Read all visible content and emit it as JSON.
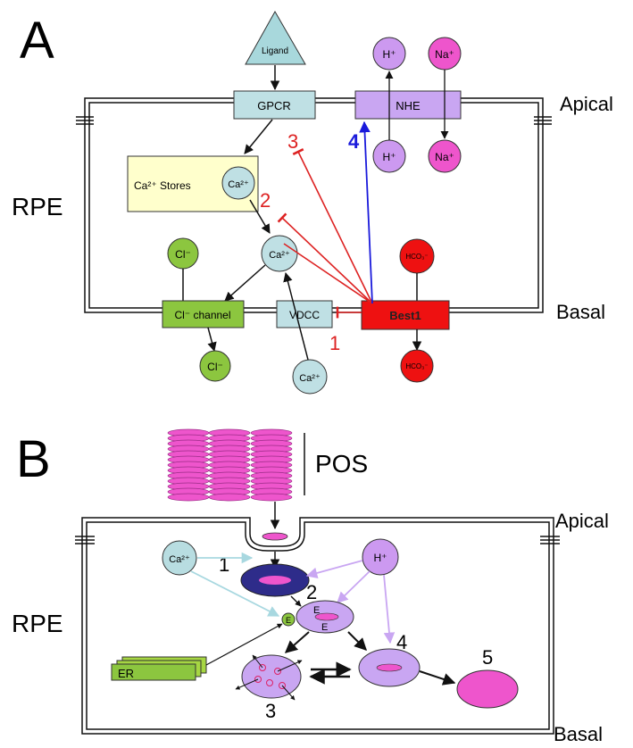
{
  "panel_a": {
    "label": "A",
    "apical": "Apical",
    "basal": "Basal",
    "cell": "RPE",
    "ligand": "Ligand",
    "gpcr": "GPCR",
    "nhe": "NHE",
    "ca_stores": "Ca²⁺ Stores",
    "ca_ion": "Ca²⁺",
    "cl_ion": "Cl⁻",
    "cl_channel": "Cl⁻ channel",
    "vdcc": "VDCC",
    "best1": "Best1",
    "h_ion": "H⁺",
    "na_ion": "Na⁺",
    "hco3": "HCO₃⁻",
    "step_1": "1",
    "step_2": "2",
    "step_3": "3",
    "step_4": "4",
    "colors": {
      "inhibition_red": "#dd2222",
      "activation_blue": "#1a1adb",
      "best1_red": "#ee1111",
      "cl_green": "#8cc63f",
      "ca_lightblue": "#b8dde1",
      "nhe_purple": "#c9a6f2",
      "na_pink": "#ee55cc",
      "stores_yellow": "#ffffcc"
    }
  },
  "panel_b": {
    "label": "B",
    "pos": "POS",
    "apical": "Apical",
    "basal": "Basal",
    "cell": "RPE",
    "ca_ion": "Ca²⁺",
    "h_ion": "H⁺",
    "er": "ER",
    "e_label": "E",
    "step_1": "1",
    "step_2": "2",
    "step_3": "3",
    "step_4": "4",
    "step_5": "5"
  }
}
